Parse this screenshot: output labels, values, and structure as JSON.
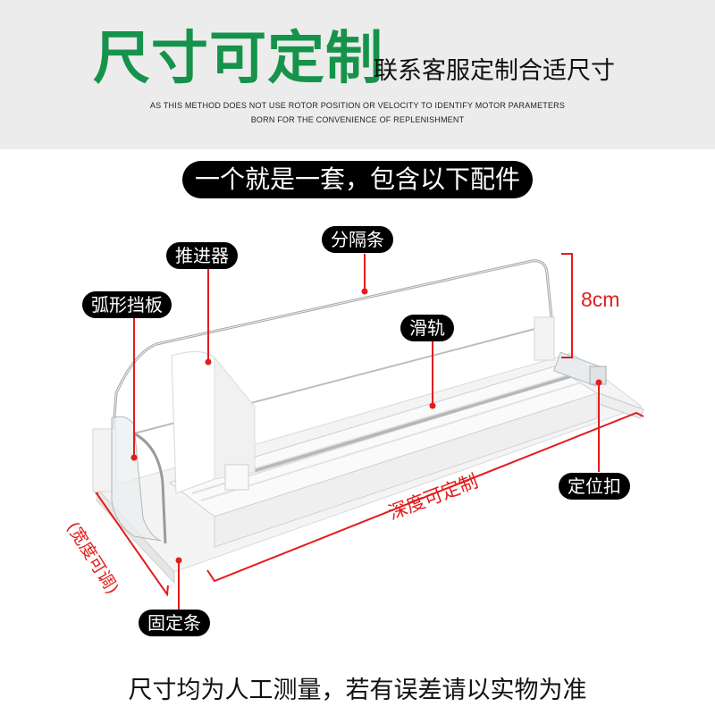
{
  "header": {
    "title": "尺寸可定制",
    "subtitle": "联系客服定制合适尺寸",
    "english_line1": "AS THIS METHOD DOES NOT USE ROTOR POSITION OR VELOCITY TO IDENTIFY MOTOR PARAMETERS",
    "english_line2": "BORN FOR THE CONVENIENCE OF REPLENISHMENT"
  },
  "banner": {
    "text": "一个就是一套，包含以下配件"
  },
  "parts": {
    "divider": "分隔条",
    "pusher": "推进器",
    "curved_baffle": "弧形挡板",
    "slide_rail": "滑轨",
    "positioning_clip": "定位扣",
    "fixing_strip": "固定条"
  },
  "dimensions": {
    "height": "8cm",
    "depth": "深度可定制",
    "width": "(宽度可调)"
  },
  "footer": {
    "note": "尺寸均为人工测量，若有误差请以实物为准"
  },
  "colors": {
    "title_green": "#16934a",
    "annotation_red": "#e31c1c",
    "header_bg": "#ececec",
    "label_bg": "#000000"
  }
}
